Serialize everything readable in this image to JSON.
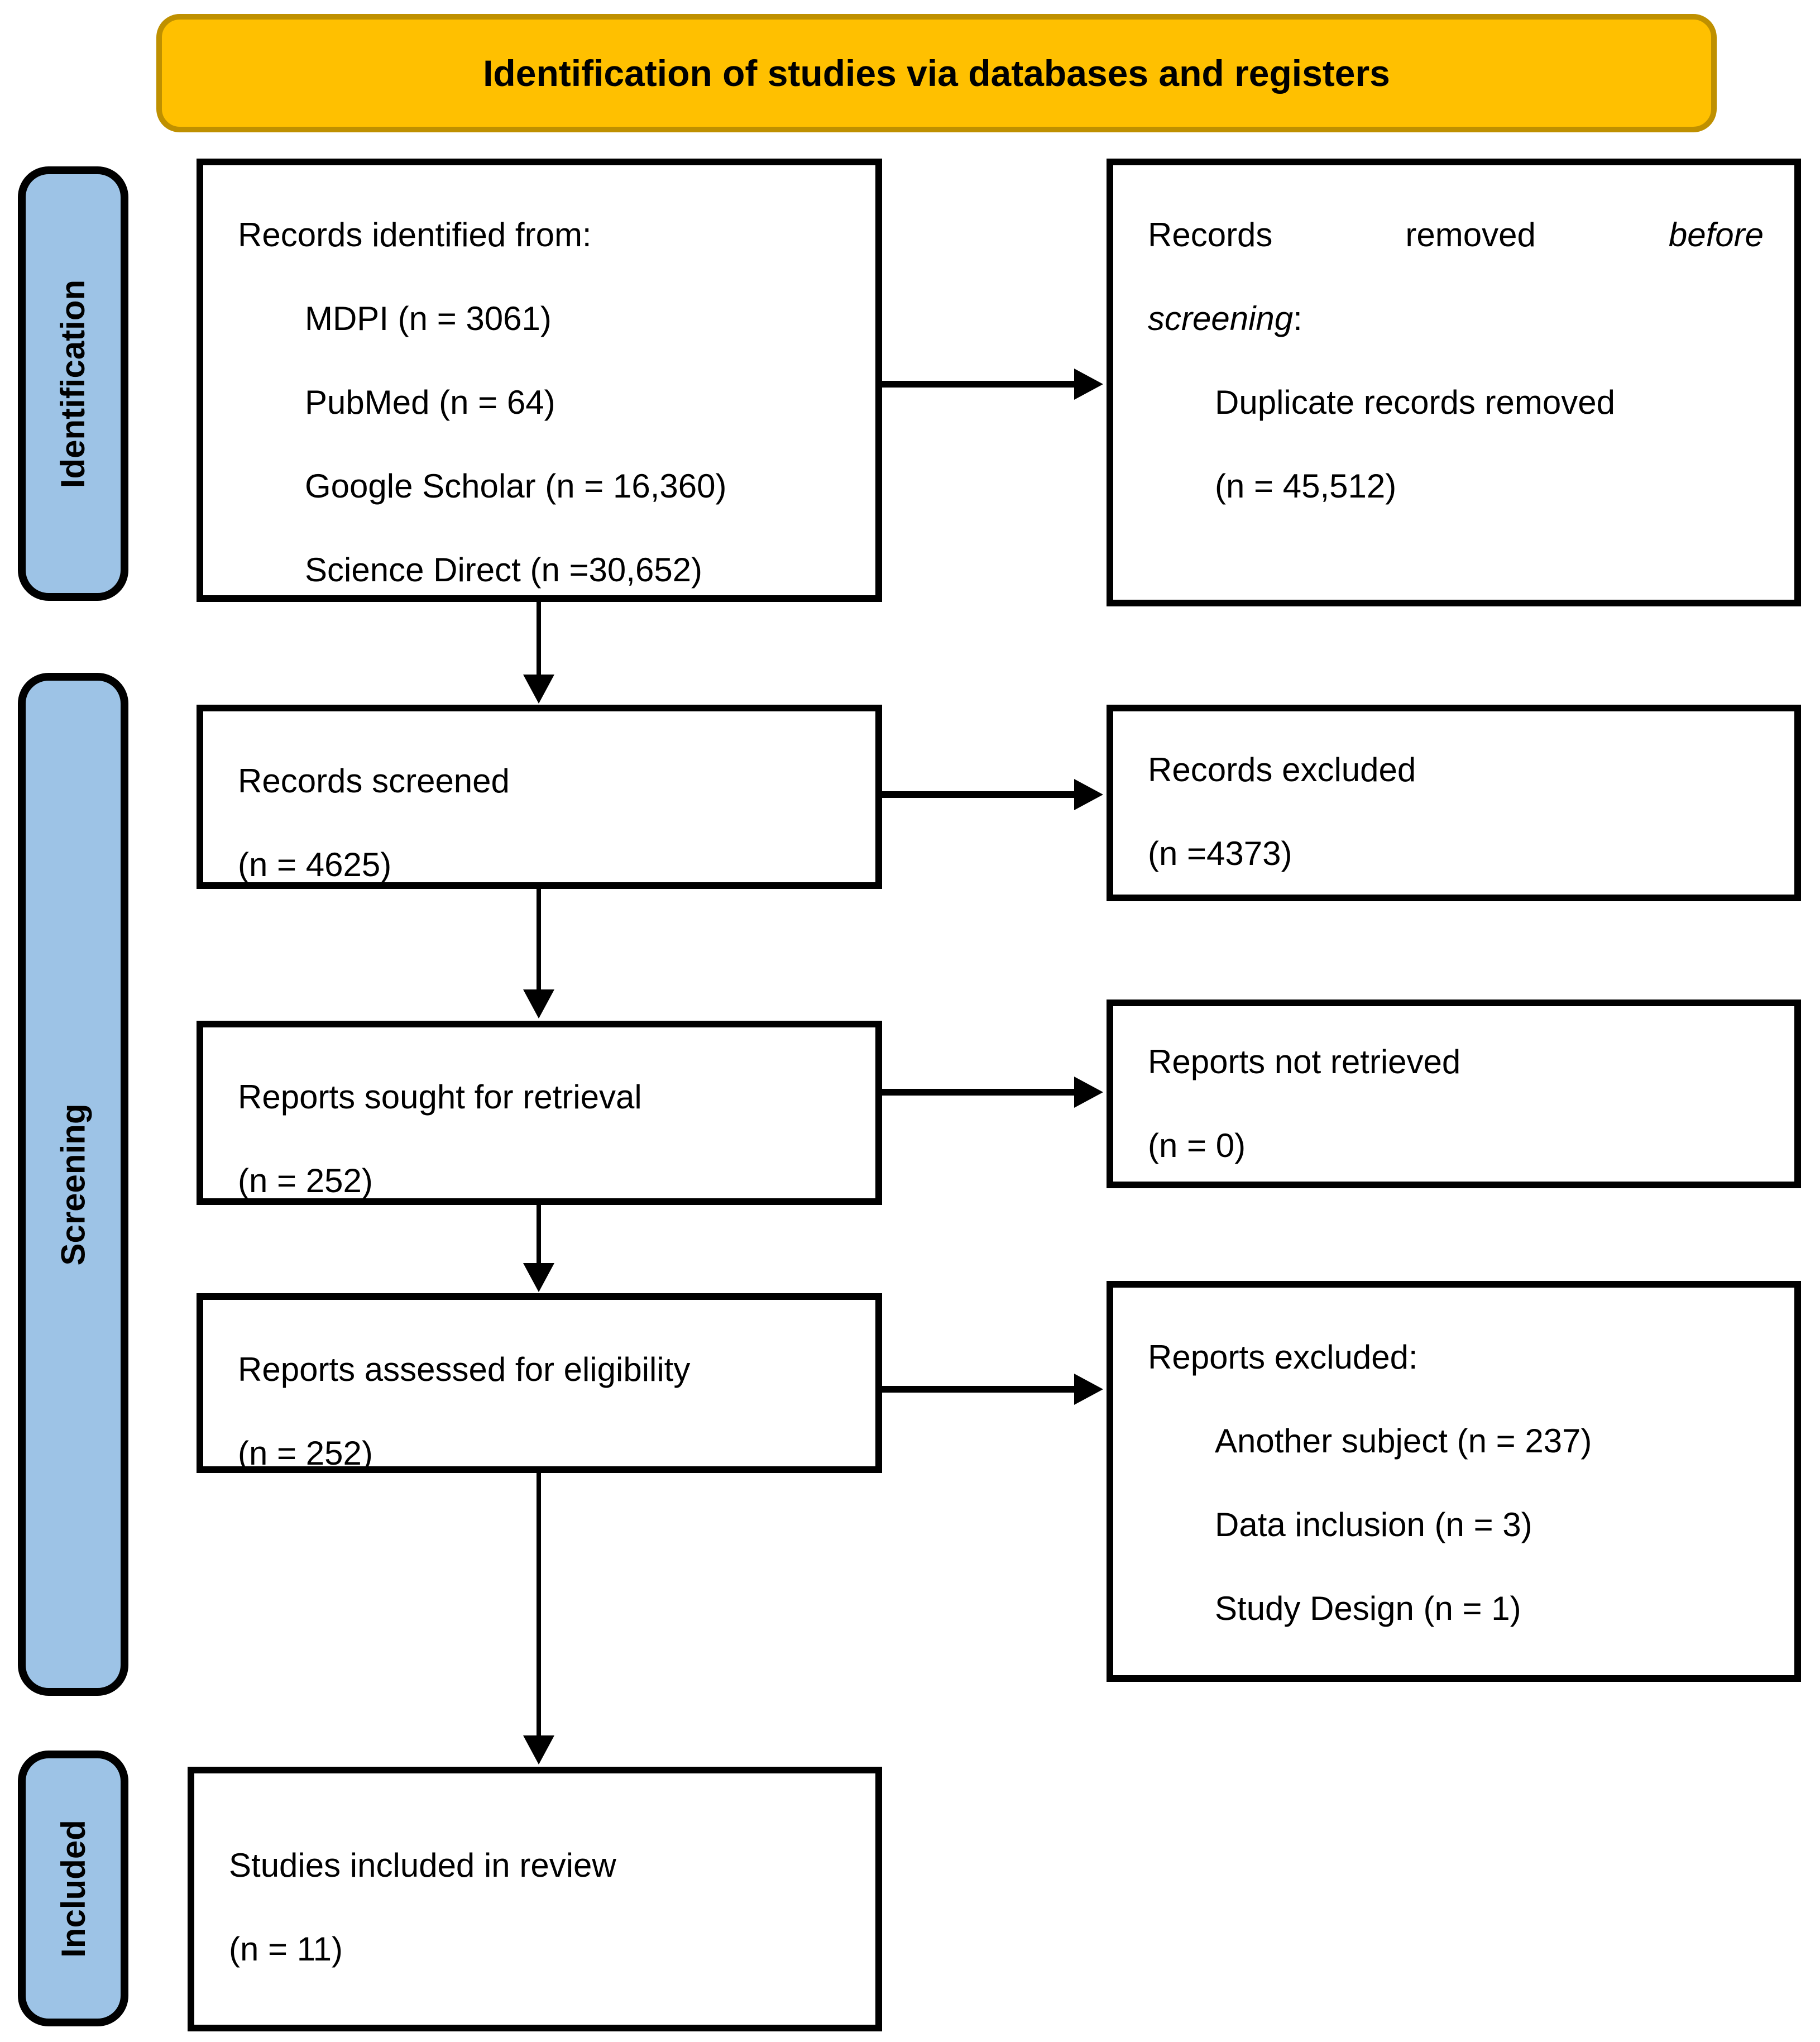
{
  "banner": {
    "title": "Identification of studies via databases and registers"
  },
  "stages": [
    {
      "label": "Identification"
    },
    {
      "label": "Screening"
    },
    {
      "label": "Included"
    }
  ],
  "boxes": {
    "identified": {
      "heading": "Records identified from:",
      "items": [
        "MDPI (n = 3061)",
        "PubMed (n = 64)",
        "Google Scholar (n = 16,360)",
        "Science Direct (n =30,652)"
      ]
    },
    "removed": {
      "word1": "Records",
      "word2": "removed",
      "word3": "before",
      "line2_italic": "screening",
      "line2_colon": ":",
      "items": [
        "Duplicate records removed",
        "(n = 45,512)"
      ]
    },
    "screened": {
      "line1": "Records screened",
      "line2": "(n = 4625)"
    },
    "records_excluded": {
      "line1": "Records excluded",
      "line2": "(n =4373)"
    },
    "sought": {
      "line1": "Reports sought for retrieval",
      "line2": "(n = 252)"
    },
    "not_retrieved": {
      "line1": "Reports not retrieved",
      "line2": "(n = 0)"
    },
    "assessed": {
      "line1": "Reports assessed for eligibility",
      "line2": "(n = 252)"
    },
    "reports_excluded": {
      "heading": "Reports excluded:",
      "items": [
        "Another subject (n = 237)",
        "Data inclusion (n = 3)",
        "Study Design (n = 1)"
      ]
    },
    "included_review": {
      "line1": "Studies included in review",
      "line2": "(n = 11)"
    }
  },
  "colors": {
    "banner_fill": "#FFC000",
    "banner_border": "#BF9000",
    "stage_fill": "#9DC3E6",
    "box_border": "#000000",
    "arrow": "#000000"
  }
}
